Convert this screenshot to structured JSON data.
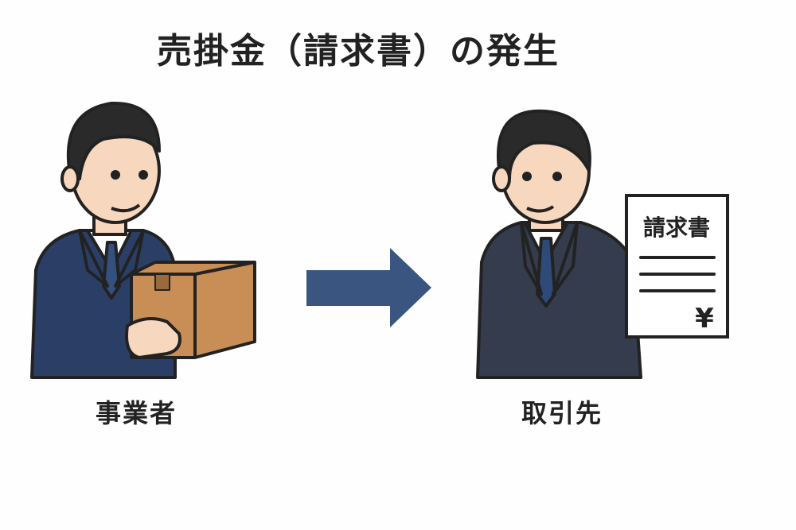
{
  "title": "売掛金（請求書）の発生",
  "left_actor": {
    "label": "事業者"
  },
  "right_actor": {
    "label": "取引先"
  },
  "invoice": {
    "title": "請求書",
    "currency": "¥"
  },
  "colors": {
    "suit_left": "#2b3f66",
    "suit_right": "#343c4d",
    "arrow": "#3a5580",
    "box": "#c98e55",
    "skin": "#f7d7bd",
    "hair": "#2a2a2a"
  }
}
